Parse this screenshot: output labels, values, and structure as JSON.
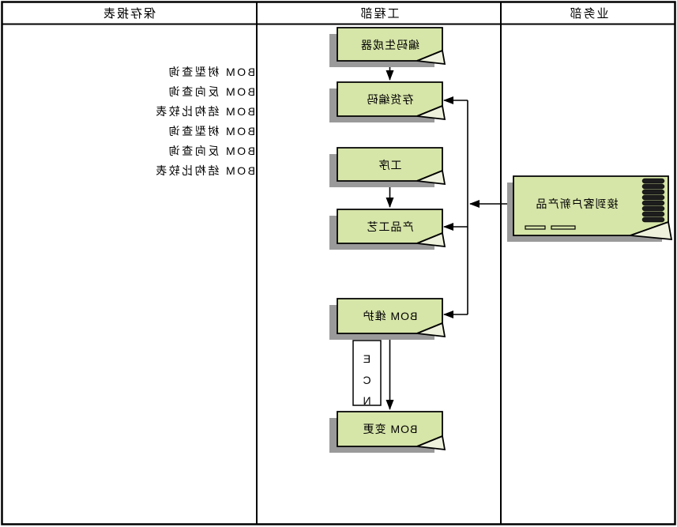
{
  "columns": [
    {
      "label": "保存报表"
    },
    {
      "label": "工程部"
    },
    {
      "label": "业务部"
    }
  ],
  "reports": {
    "items": [
      "BOM 树型查询",
      "BOM 反向查询",
      "BOM 结构比较表",
      "BOM 树型查询",
      "BOM 反向查询",
      "BOM 结构比较表"
    ]
  },
  "engineering_flow": {
    "boxes": [
      {
        "label": "编码生成器"
      },
      {
        "label": "存货编码"
      },
      {
        "label": "工序"
      },
      {
        "label": "产品工艺"
      },
      {
        "label": "BOM 维护"
      },
      {
        "label": "BOM 变更"
      }
    ],
    "ecn": [
      "E",
      "C",
      "N"
    ]
  },
  "business": {
    "box_label": "接到客户新产品"
  },
  "colors": {
    "note_fill": "#d6e5a8",
    "note_fold_fill": "#eef2dc",
    "note_border": "#000000",
    "shadow": "#9a9a9a",
    "line": "#000000",
    "text": "#000000",
    "background": "#ffffff"
  }
}
